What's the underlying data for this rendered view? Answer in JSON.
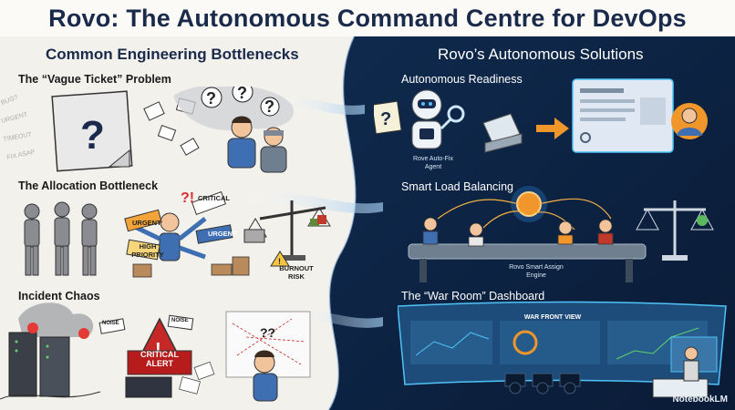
{
  "title": "Rovo: The Autonomous Command Centre for DevOps",
  "left": {
    "heading": "Common Engineering Bottlenecks",
    "sections": [
      {
        "label": "The “Vague Ticket” Problem"
      },
      {
        "label": "The Allocation Bottleneck"
      },
      {
        "label": "Incident Chaos"
      }
    ],
    "tags": {
      "urgent": "URGENT",
      "critical": "CRITICAL",
      "high_priority": "HIGH PRIORITY",
      "burnout": "BURNOUT RISK",
      "critical_alert": "CRITICAL ALERT",
      "noise": "NOISE"
    }
  },
  "right": {
    "heading": "Rovo’s Autonomous Solutions",
    "sections": [
      {
        "label": "Autonomous Readiness",
        "caption": "Rove Auto-Fix Agent"
      },
      {
        "label": "Smart Load Balancing",
        "caption": "Rovo Smart Assign Engine"
      },
      {
        "label": "The “War Room” Dashboard",
        "caption": "WAR FRONT VIEW"
      }
    ]
  },
  "footer": {
    "brand": "NotebookLM"
  },
  "colors": {
    "navy": "#0e2445",
    "accent": "#f0962a",
    "cyan": "#4fc3f7"
  }
}
